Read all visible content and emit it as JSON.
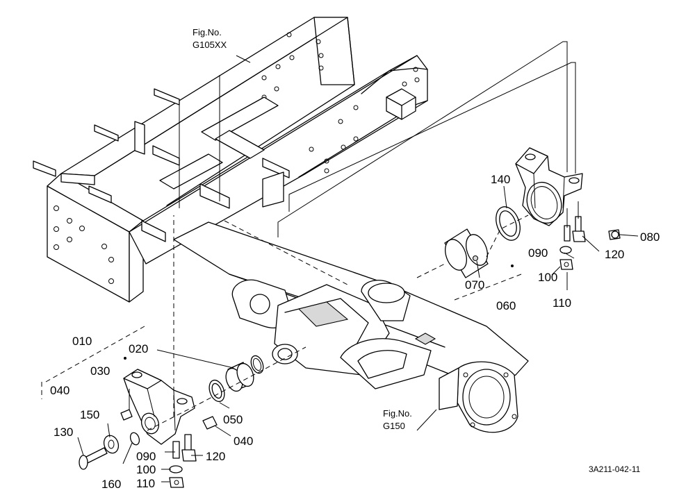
{
  "figure_refs": {
    "frame": {
      "line1": "Fig.No.",
      "line2": "G105XX"
    },
    "axle": {
      "line1": "Fig.No.",
      "line2": "G150"
    }
  },
  "drawing_code": "3A211-042-11",
  "callouts": {
    "c010": "010",
    "c020": "020",
    "c030": "030",
    "c040a": "040",
    "c040b": "040",
    "c050": "050",
    "c060": "060",
    "c070": "070",
    "c080": "080",
    "c090a": "090",
    "c090b": "090",
    "c100a": "100",
    "c100b": "100",
    "c110a": "110",
    "c110b": "110",
    "c120a": "120",
    "c120b": "120",
    "c130": "130",
    "c140": "140",
    "c150": "150",
    "c160": "160"
  }
}
